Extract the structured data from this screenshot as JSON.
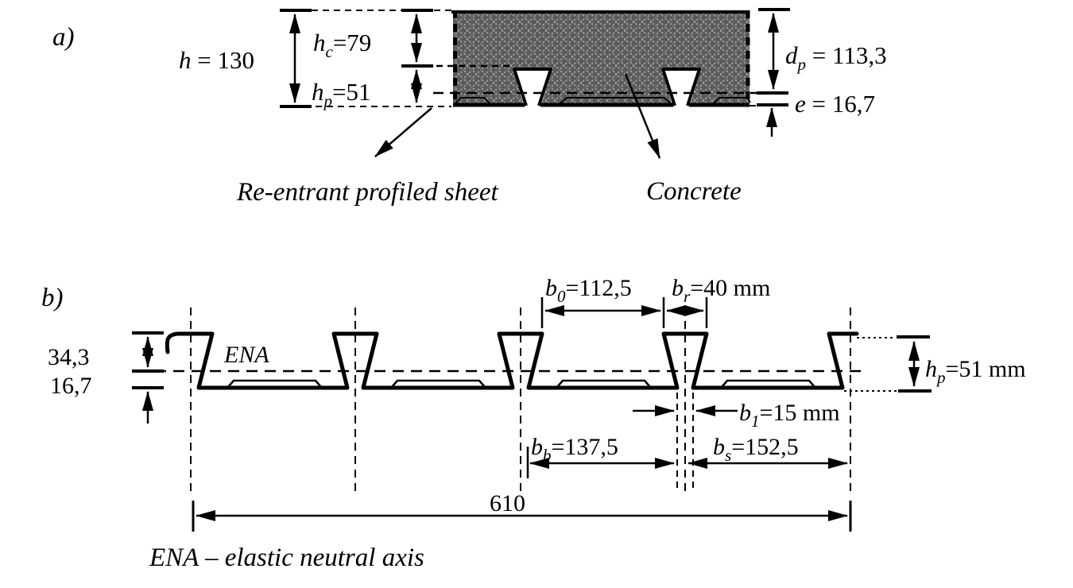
{
  "figure_a": {
    "label": "a)",
    "dim_h": {
      "var": "h",
      "rest": " = 130"
    },
    "dim_hc": {
      "var": "h",
      "sub": "c",
      "rest": "=79"
    },
    "dim_hp": {
      "var": "h",
      "sub": "p",
      "rest": "=51"
    },
    "dim_dp": {
      "var": "d",
      "sub": "p",
      "rest": " = 113,3"
    },
    "dim_e": {
      "var": "e",
      "rest": " = 16,7"
    },
    "callout_sheet": "Re-entrant profiled sheet",
    "callout_concrete": "Concrete"
  },
  "figure_b": {
    "label": "b)",
    "dim_b0": {
      "var": "b",
      "sub": "0",
      "rest": "=112,5"
    },
    "dim_br": {
      "var": "b",
      "sub": "r",
      "rest": "=40 mm"
    },
    "dim_b1": {
      "var": "b",
      "sub": "1",
      "rest": "=15 mm"
    },
    "dim_bb": {
      "var": "b",
      "sub": "b",
      "rest": "=137,5"
    },
    "dim_bs": {
      "var": "b",
      "sub": "s",
      "rest": "=152,5"
    },
    "dim_hp": {
      "var": "h",
      "sub": "p",
      "rest": "=51 mm"
    },
    "dim_34_3": "34,3",
    "dim_16_7": "16,7",
    "dim_total": "610",
    "ena": "ENA",
    "caption": "ENA – elastic neutral axis"
  },
  "colors": {
    "background": "#ffffff",
    "line": "#000000",
    "concrete_fill": "#5a5a5a",
    "hatch_line": "#9e9e9e"
  }
}
